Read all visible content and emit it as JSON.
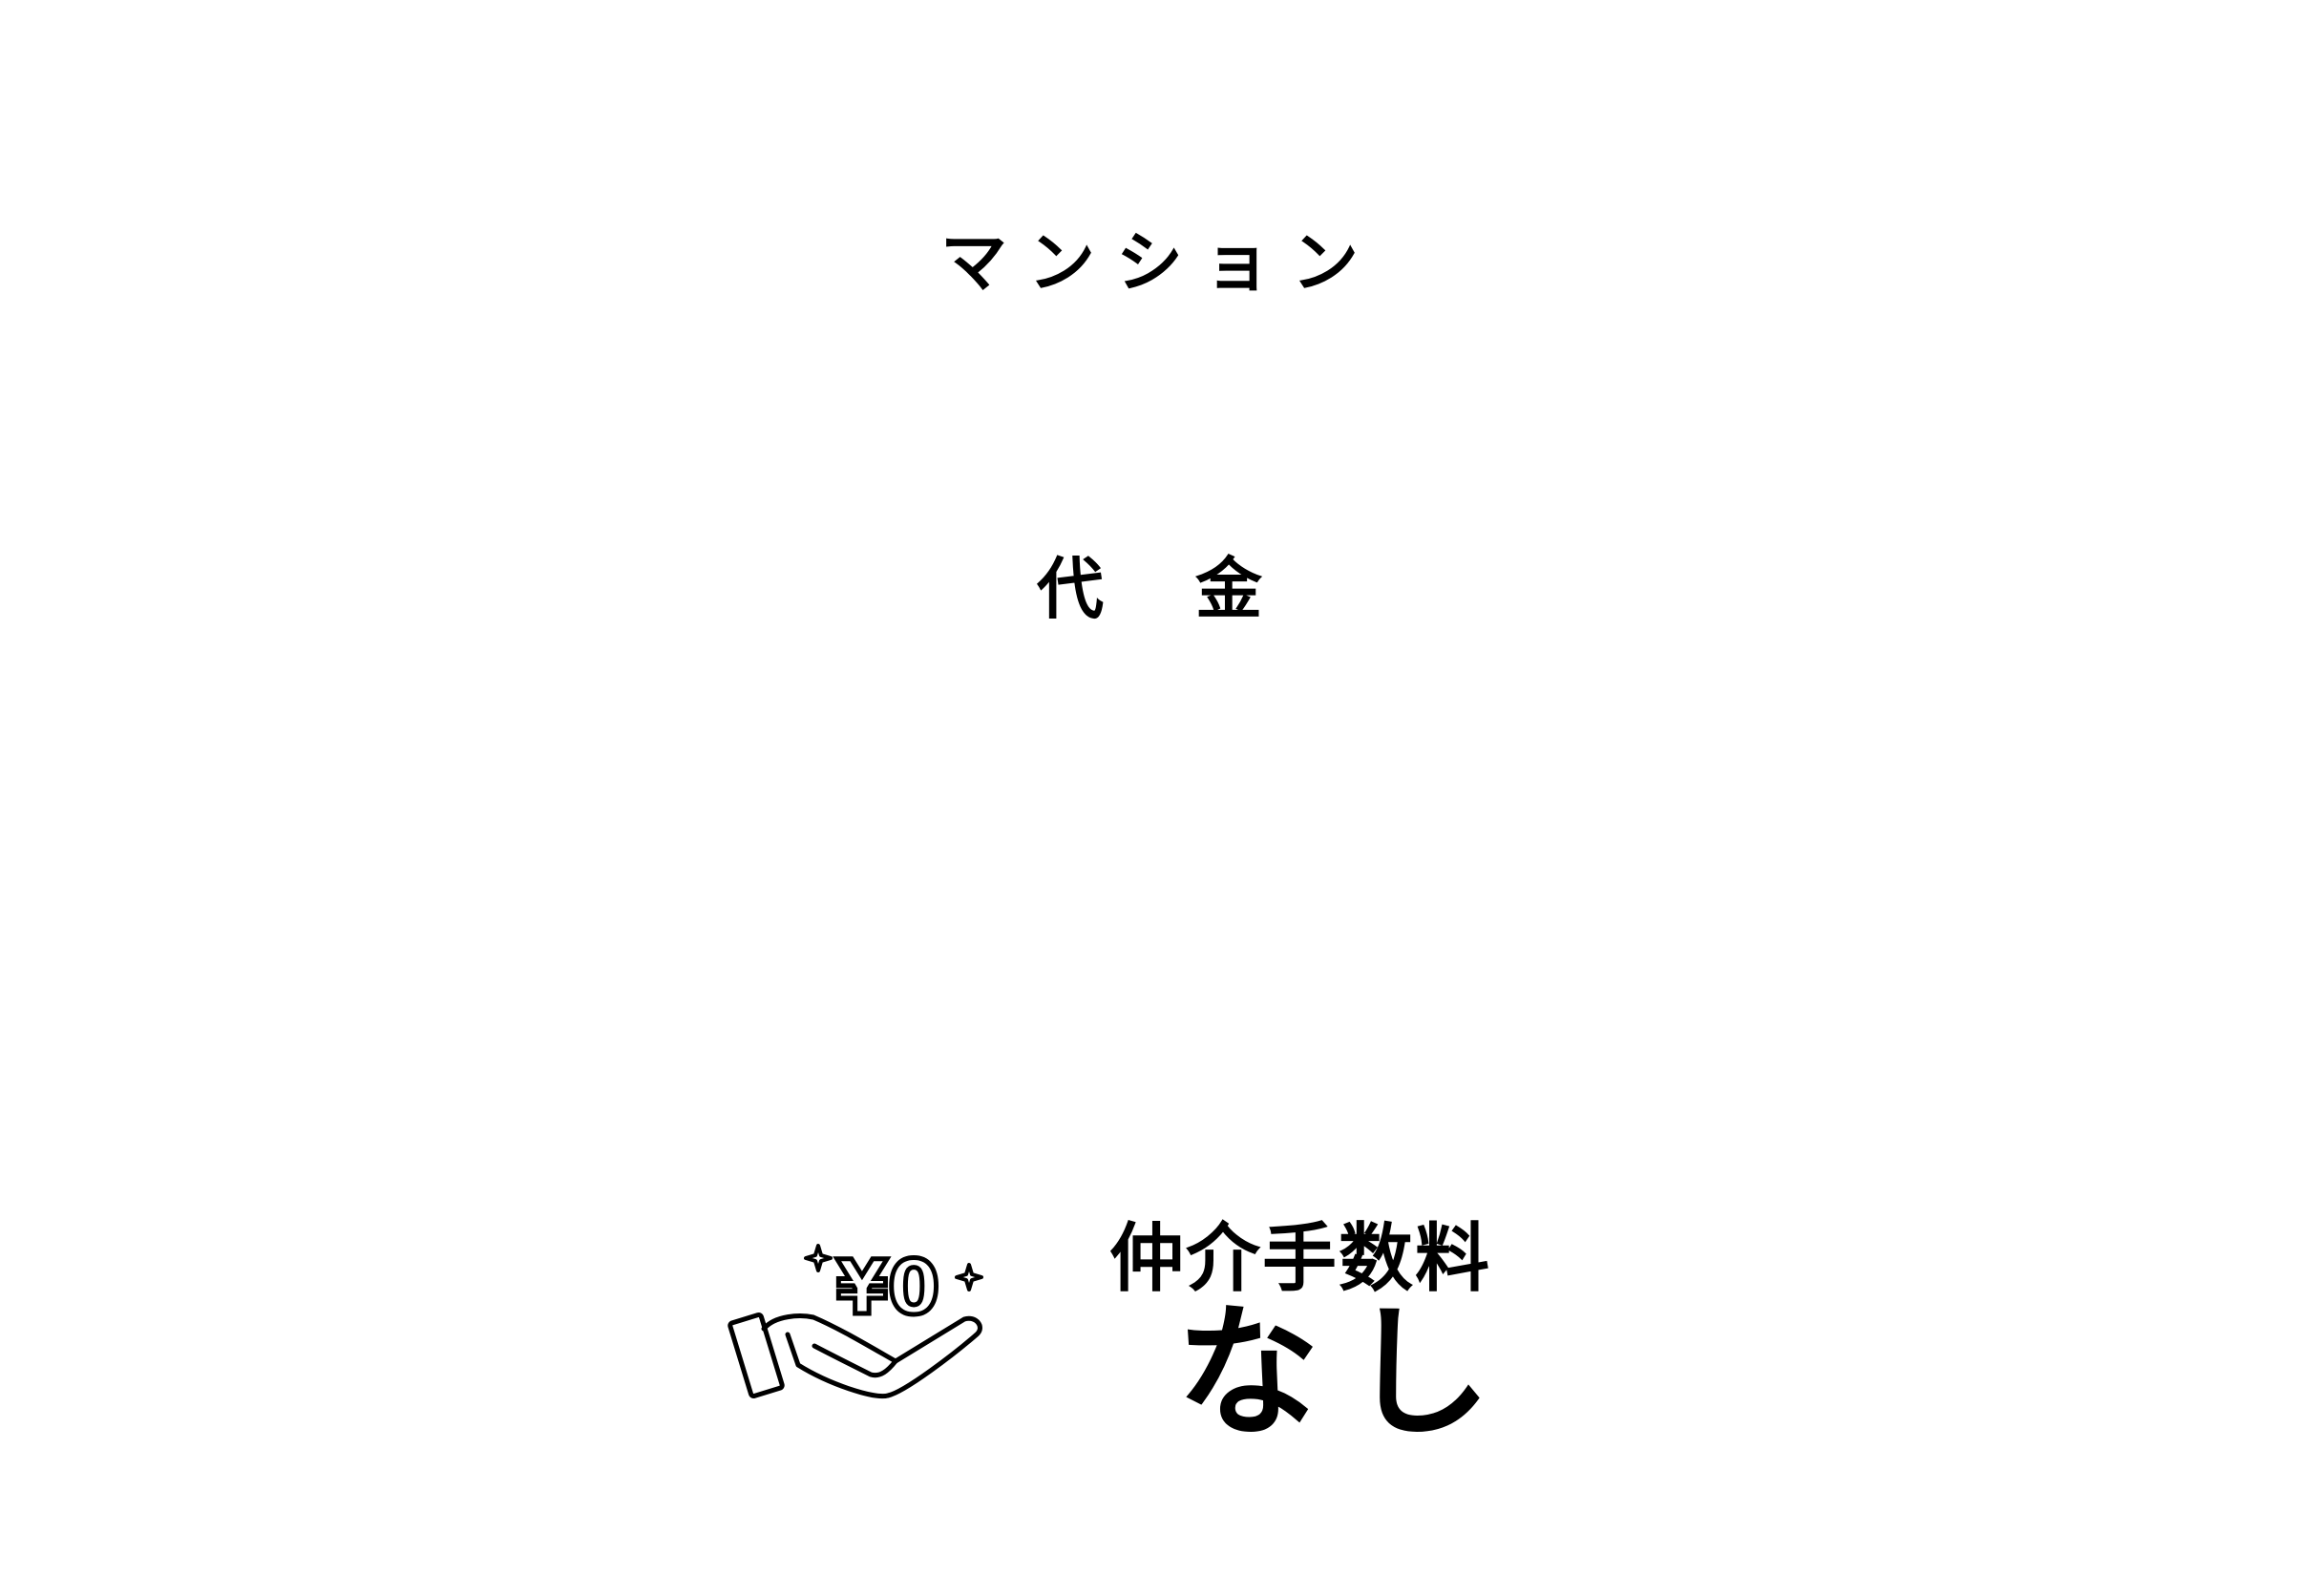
{
  "heading": {
    "line1": "マンション",
    "line2": "代金"
  },
  "promo": {
    "icon": "hand-yen-zero-icon",
    "icon_text": "¥0",
    "label": "仲介手数料",
    "value": "なし"
  },
  "colors": {
    "background": "#ffffff",
    "text": "#000000"
  }
}
